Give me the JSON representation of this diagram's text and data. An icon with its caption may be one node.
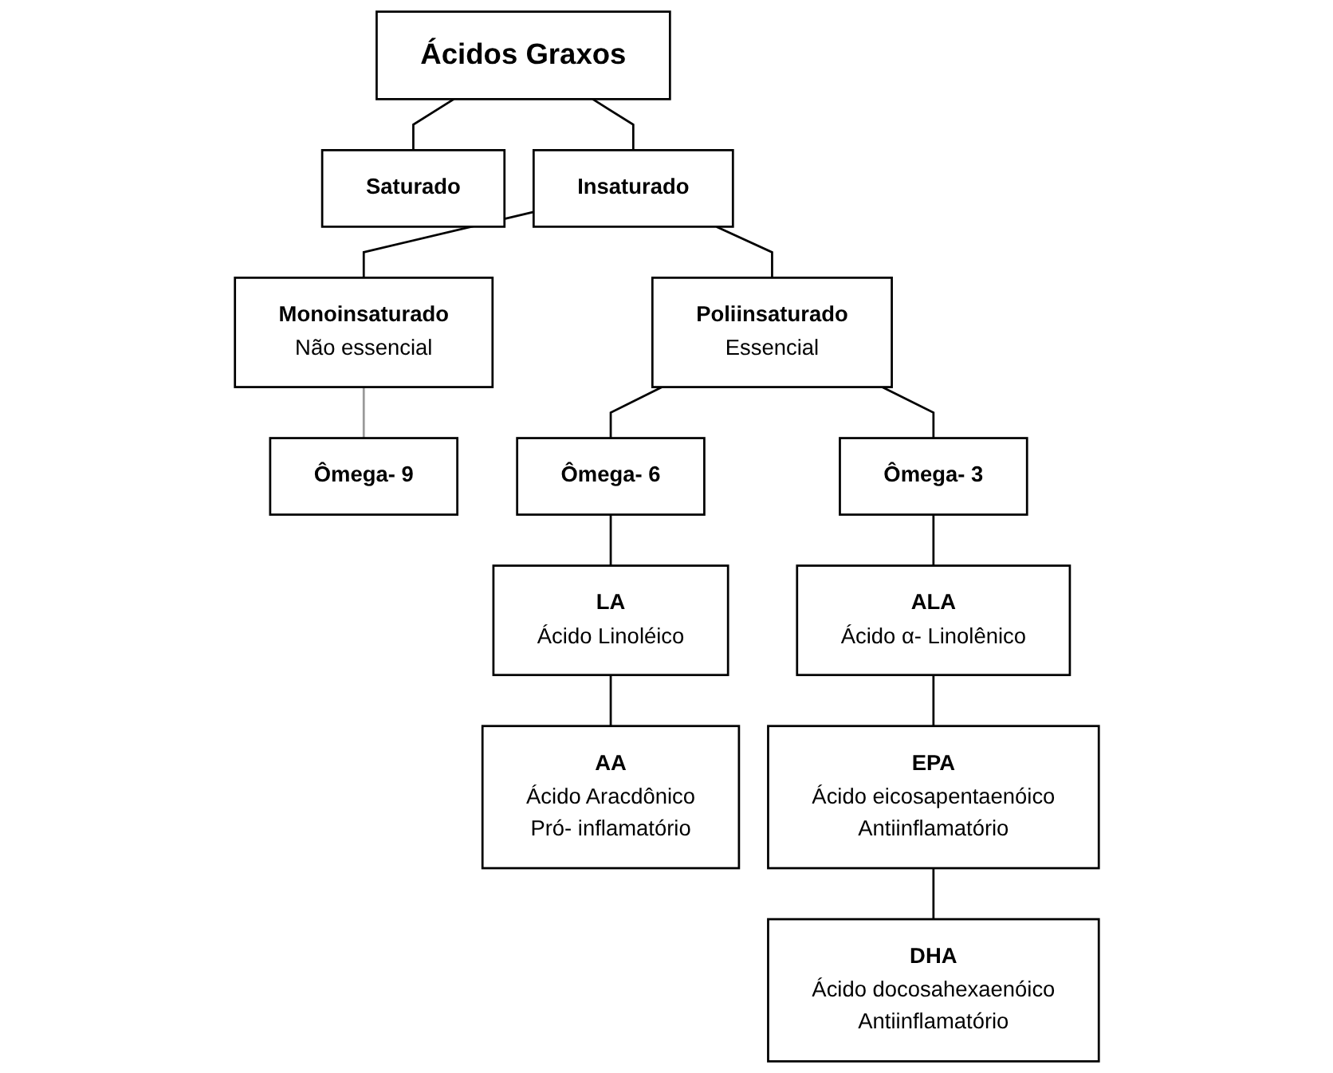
{
  "diagram": {
    "nodes": [
      {
        "text": [
          "Ácidos Graxos"
        ]
      },
      {
        "text": [
          "Saturado"
        ]
      },
      {
        "text": [
          "Insaturado"
        ]
      },
      {
        "text": [
          "Monoinsaturado",
          "Não essencial"
        ]
      },
      {
        "text": [
          "Poliinsaturado",
          "Essencial"
        ]
      },
      {
        "text": [
          "Ômega- 9"
        ]
      },
      {
        "text": [
          "Ômega- 6"
        ]
      },
      {
        "text": [
          "Ômega- 3"
        ]
      },
      {
        "text": [
          "LA",
          "Ácido Linoléico"
        ]
      },
      {
        "text": [
          "ALA",
          "Ácido α- Linolênico"
        ]
      },
      {
        "text": [
          "AA",
          "Ácido Aracdônico",
          "Pró- inflamatório"
        ]
      },
      {
        "text": [
          "EPA",
          "Ácido eicosapentaenóico",
          "Antiinflamatório"
        ]
      },
      {
        "text": [
          "DHA",
          "Ácido docosahexaenóico",
          "Antiinflamatório"
        ]
      }
    ],
    "edges": [
      {
        "from": 0,
        "to": 1,
        "arrow": "none"
      },
      {
        "from": 0,
        "to": 2,
        "arrow": "none"
      },
      {
        "from": 2,
        "to": 3,
        "arrow": "none"
      },
      {
        "from": 2,
        "to": 4,
        "arrow": "none"
      },
      {
        "from": 3,
        "to": 5,
        "arrow": "none",
        "color": "#999999"
      },
      {
        "from": 4,
        "to": 6,
        "arrow": "none"
      },
      {
        "from": 4,
        "to": 7,
        "arrow": "none"
      },
      {
        "from": 6,
        "to": 8,
        "arrow": "none"
      },
      {
        "from": 8,
        "to": 10,
        "arrow": "none"
      },
      {
        "from": 7,
        "to": 9,
        "arrow": "none"
      },
      {
        "from": 9,
        "to": 11,
        "arrow": "none"
      },
      {
        "from": 11,
        "to": 12,
        "arrow": "none"
      }
    ]
  }
}
